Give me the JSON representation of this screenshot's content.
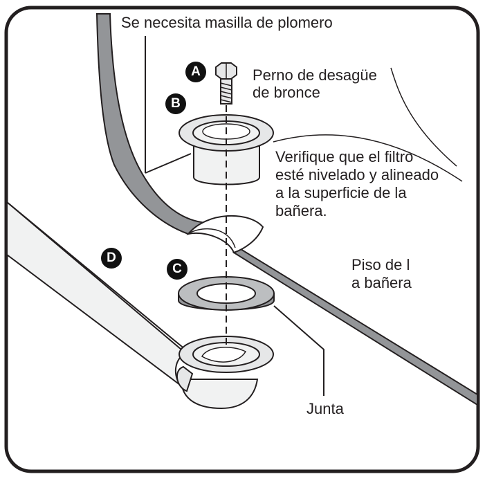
{
  "callouts": {
    "putty_note": "Se necesita masilla de plomero",
    "bolt_line1": "Perno de desagüe",
    "bolt_line2": "de bronce",
    "verify_line1": "Verifique que el filtro",
    "verify_line2": "esté nivelado y alineado",
    "verify_line3": "a la superficie de la",
    "verify_line4": "bañera.",
    "floor_line1": "Piso de l",
    "floor_line2": "a bañera",
    "gasket": "Junta"
  },
  "badges": {
    "a": "A",
    "b": "B",
    "c": "C",
    "d": "D"
  },
  "colors": {
    "ink": "#231f20",
    "tub_gray": "#939598",
    "part_fill": "#e6e7e8",
    "pipe_fill": "#f1f2f2",
    "badge": "#111111"
  }
}
